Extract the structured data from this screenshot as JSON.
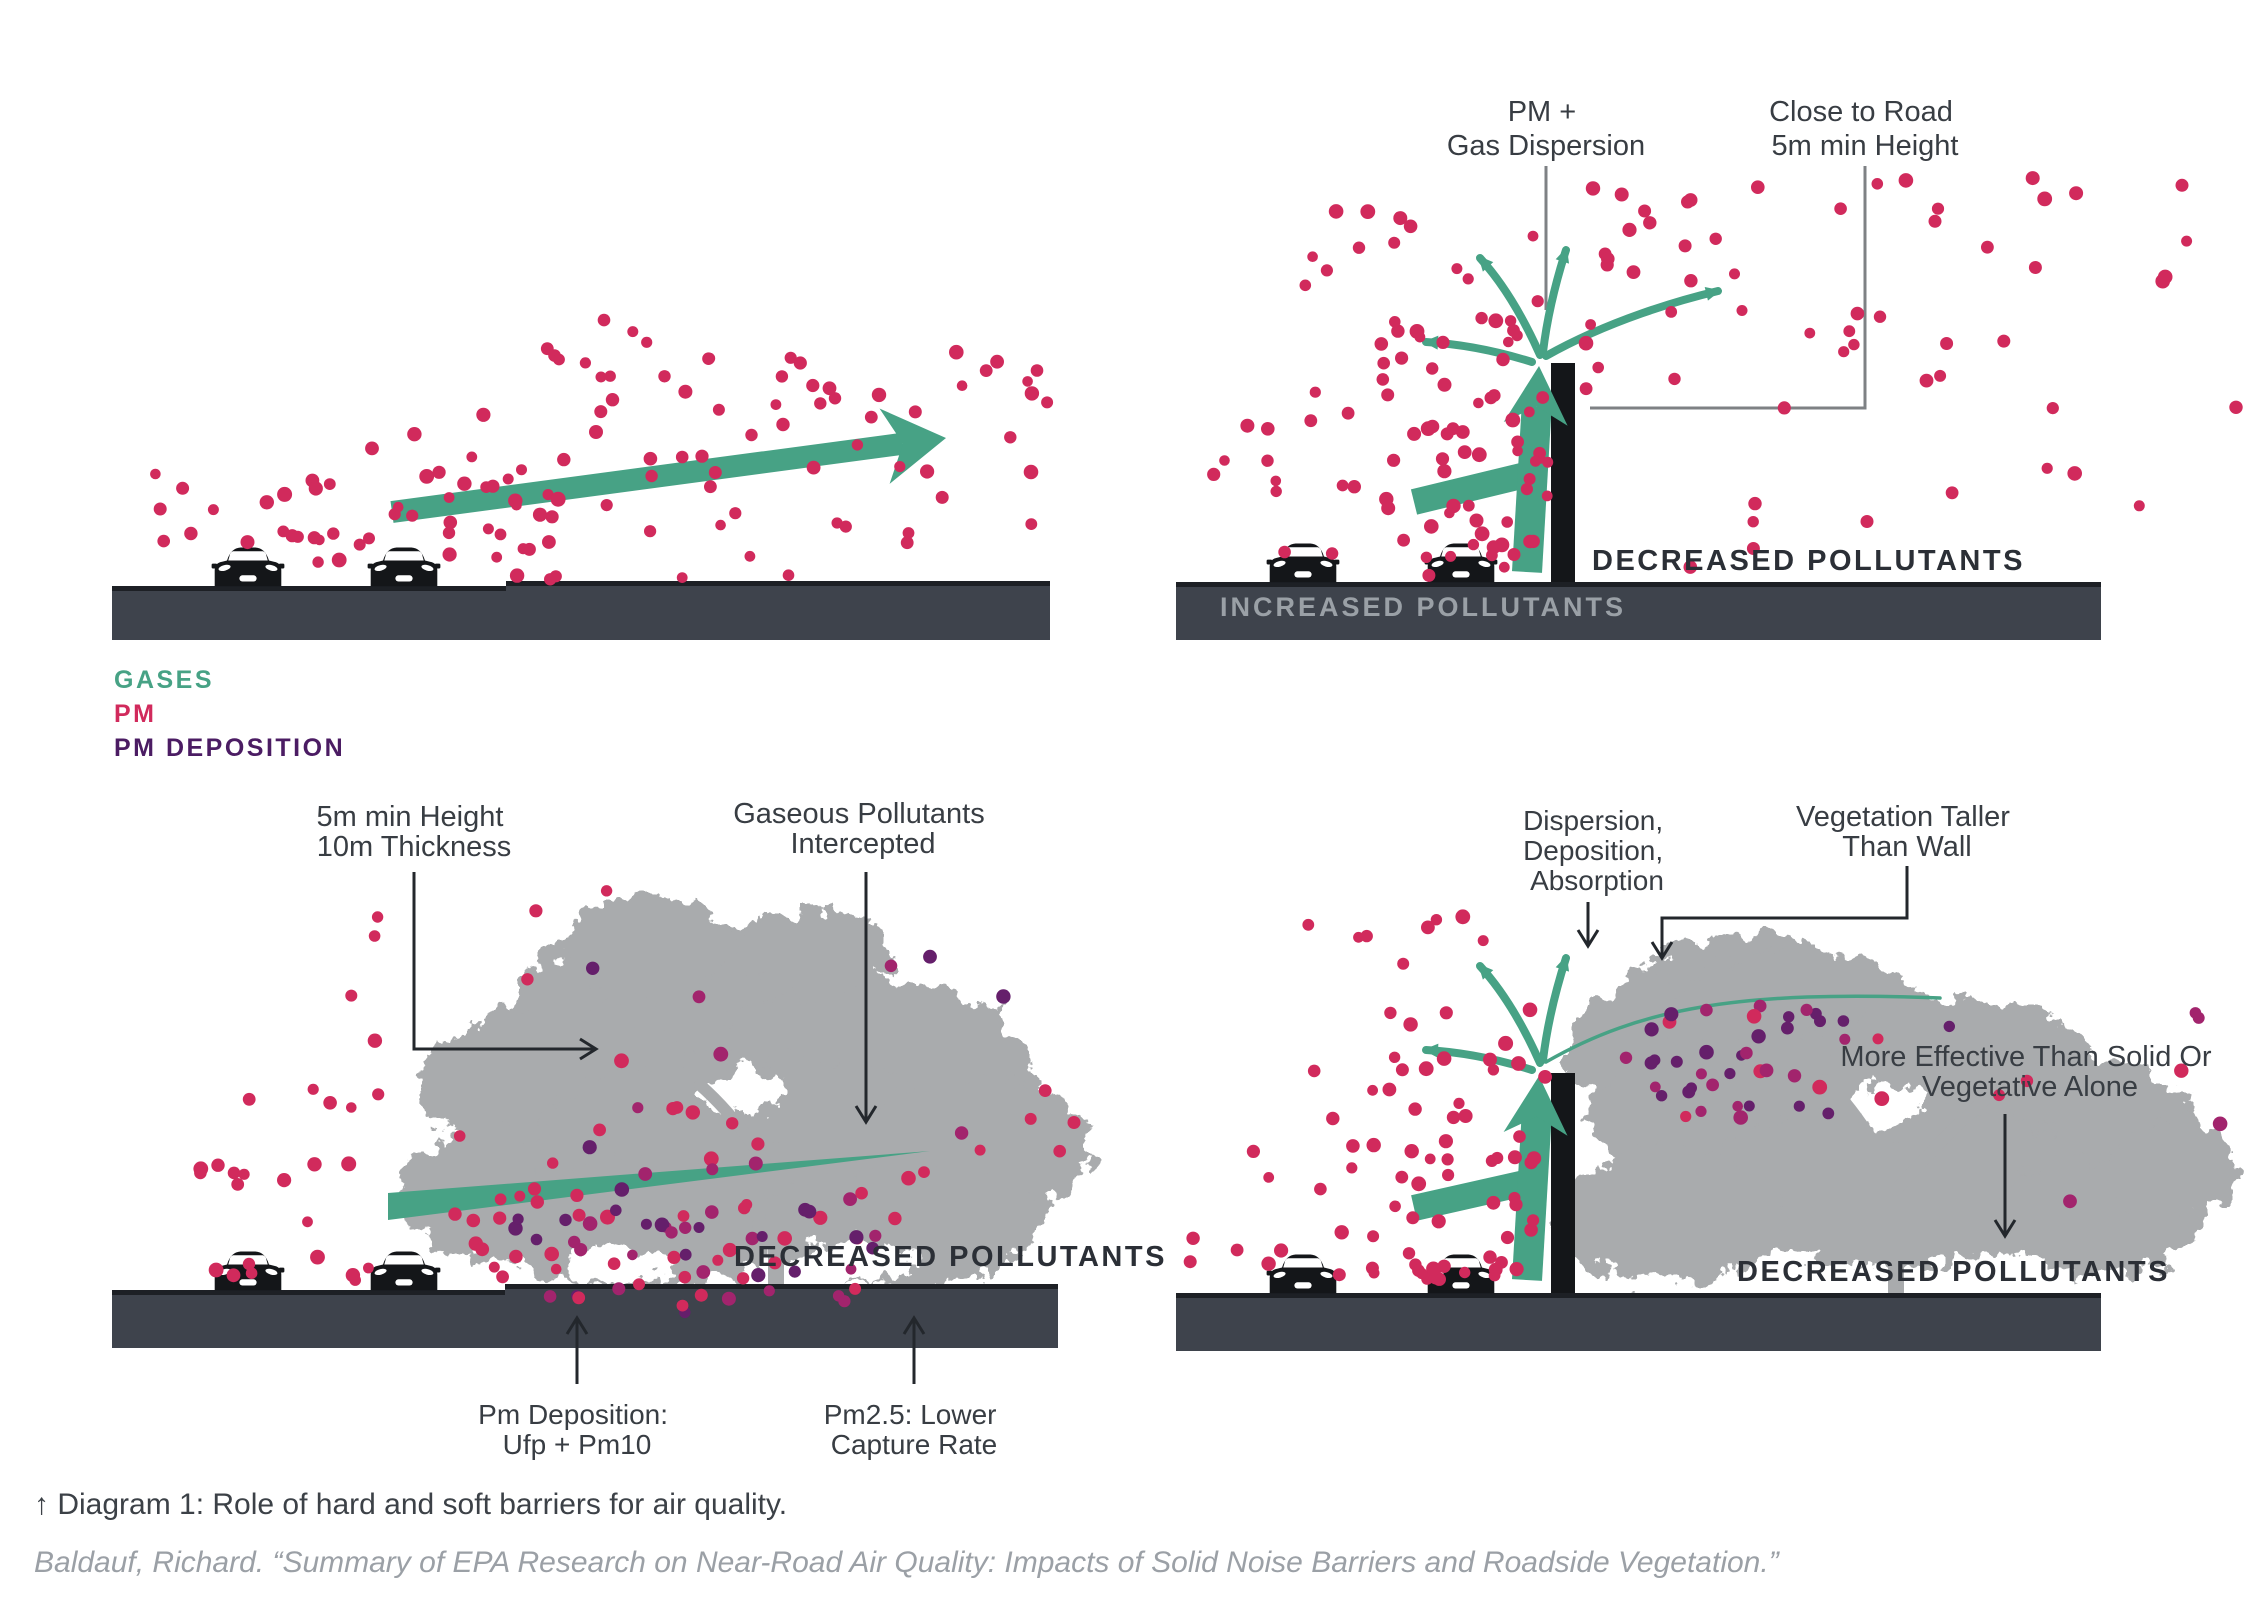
{
  "colors": {
    "gases_green": "#47a285",
    "pm_pink": "#d12a5c",
    "pm_deposition_dark": "#651f6b",
    "pm_deposition_mid": "#a2246d",
    "road": "#3e434c",
    "road_edge": "#1d2025",
    "wall": "#141619",
    "car": "#141619",
    "tree": "#a9abad",
    "label_text": "#383d43",
    "pollutants_caps": "#2b2f36",
    "increased_caps": "#9aa0a6",
    "leader_gray": "#7e8184",
    "leader_black": "#23272c",
    "caption_text": "#3c4147",
    "citation_text": "#9ba0a6",
    "background": "#ffffff"
  },
  "legend": {
    "items": [
      {
        "label": "GASES",
        "color": "#47a285"
      },
      {
        "label": "PM",
        "color": "#d12a5c"
      },
      {
        "label": "PM DEPOSITION",
        "color": "#4b1c63"
      }
    ]
  },
  "panels": {
    "solid_barrier": {
      "label_pm_gas": [
        "PM +",
        "Gas Dispersion"
      ],
      "label_close_road": [
        "Close to Road",
        "5m min Height"
      ],
      "increased": "INCREASED POLLUTANTS",
      "decreased": "DECREASED POLLUTANTS"
    },
    "vegetation_barrier": {
      "label_height": [
        "5m min Height",
        "10m Thickness"
      ],
      "label_gaseous": [
        "Gaseous Pollutants",
        "Intercepted"
      ],
      "label_pm_deposition": [
        "Pm Deposition:",
        "Ufp + Pm10"
      ],
      "label_pm25": [
        "Pm2.5: Lower",
        "Capture Rate"
      ],
      "decreased": "DECREASED POLLUTANTS"
    },
    "combined_barrier": {
      "label_dispersion": [
        "Dispersion,",
        "Deposition,",
        "Absorption"
      ],
      "label_vegetation": [
        "Vegetation Taller",
        "Than Wall"
      ],
      "label_effective": [
        "More Effective Than Solid Or",
        "Vegetative Alone"
      ],
      "decreased": "DECREASED POLLUTANTS"
    }
  },
  "caption": "↑ Diagram 1: Role of hard and soft barriers for air quality.",
  "citation": "Baldauf, Richard. “Summary of EPA Research on Near-Road Air Quality: Impacts of Solid Noise Barriers and Roadside Vegetation.”"
}
